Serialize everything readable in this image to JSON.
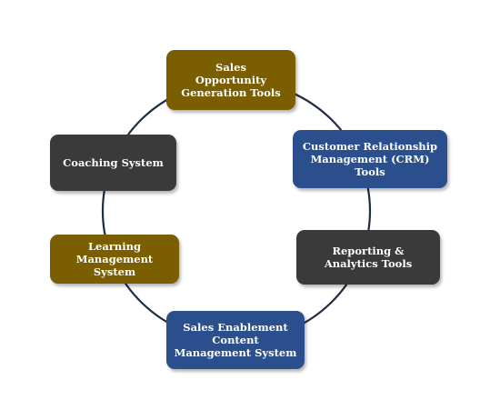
{
  "colors": {
    "olive": "#7b5e00",
    "blue": "#2b4f8c",
    "dark": "#3a3a3a",
    "ring": "#1f2a44"
  },
  "nodes": {
    "sales_opportunity": {
      "label": "Sales Opportunity Generation Tools",
      "color": "olive"
    },
    "crm": {
      "label": "Customer Relationship Management (CRM) Tools",
      "color": "blue"
    },
    "reporting": {
      "label": "Reporting & Analytics Tools",
      "color": "dark"
    },
    "enablement": {
      "label": "Sales Enablement Content Management System",
      "color": "blue"
    },
    "learning": {
      "label": "Learning Management System",
      "color": "olive"
    },
    "coaching": {
      "label": "Coaching System",
      "color": "dark"
    }
  }
}
